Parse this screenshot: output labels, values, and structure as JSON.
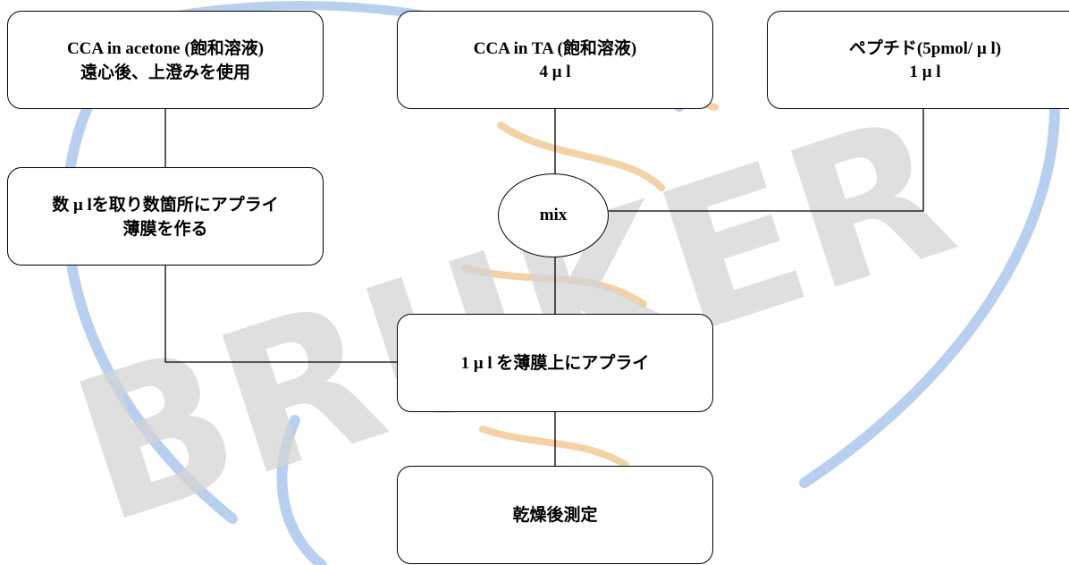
{
  "watermark": {
    "text": "BRUKER",
    "color": "#c9c9c9"
  },
  "nodes": {
    "cca_acetone": {
      "line1_latin": "CCA in acetone (",
      "line1_jp": "飽和溶液",
      "line1_end": ")",
      "line2": "遠心後、上澄みを使用"
    },
    "cca_ta": {
      "line1_latin": "CCA in TA (",
      "line1_jp": "飽和溶液",
      "line1_end": ")",
      "line2": "4 μ l"
    },
    "peptide": {
      "line1_jp": "ペプチド",
      "line1_latin": "(5pmol/ μ l)",
      "line2": "1 μ l"
    },
    "thin_film": {
      "line1_jp_a": "数",
      "line1_latin": " μ l",
      "line1_jp_b": "を取り数箇所にアプライ",
      "line2": "薄膜を作る"
    },
    "mix": {
      "label": "mix"
    },
    "apply": {
      "latin": "1 μ l ",
      "jp": "を薄膜上にアプライ"
    },
    "measure": {
      "label": "乾燥後測定"
    }
  },
  "colors": {
    "stroke": "#000000",
    "background": "#ffffff"
  }
}
